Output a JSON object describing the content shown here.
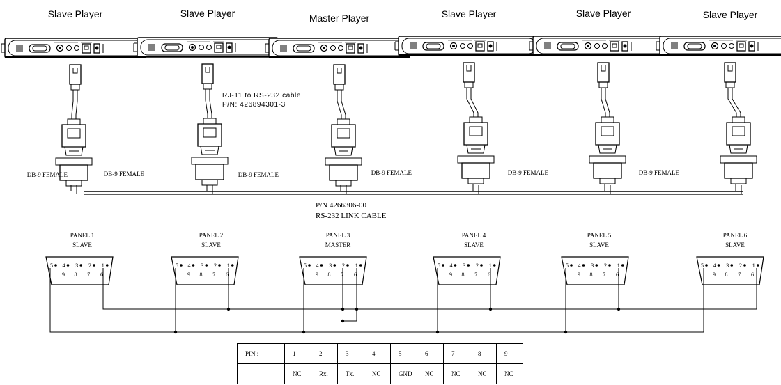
{
  "players": [
    {
      "label": "Slave Player",
      "db9_label": "DB-9 FEMALE",
      "panel": "PANEL 1",
      "role": "SLAVE"
    },
    {
      "label": "Slave Player",
      "db9_label": "DB-9 FEMALE",
      "panel": "PANEL 2",
      "role": "SLAVE"
    },
    {
      "label": "Master Player",
      "db9_label": "DB-9 FEMALE",
      "panel": "PANEL 3",
      "role": "MASTER"
    },
    {
      "label": "Slave Player",
      "db9_label": "DB-9 FEMALE",
      "panel": "PANEL 4",
      "role": "SLAVE"
    },
    {
      "label": "Slave Player",
      "db9_label": "DB-9 FEMALE",
      "panel": "PANEL 5",
      "role": "SLAVE"
    },
    {
      "label": "Slave Player",
      "db9_label": "DB-9 FEMALE",
      "panel": "PANEL 6",
      "role": "SLAVE"
    }
  ],
  "cable_note": {
    "line1": "RJ-11 to RS-232 cable",
    "line2": "P/N: 426894301-3"
  },
  "link_cable": {
    "line1": "P/N 4266306-00",
    "line2": "RS-232 LINK CABLE"
  },
  "connector": {
    "top_pins": [
      "5",
      "4",
      "3",
      "2",
      "1"
    ],
    "bottom_pins": [
      "9",
      "8",
      "7",
      "6"
    ]
  },
  "pin_table": {
    "header": "PIN :",
    "pins": [
      "1",
      "2",
      "3",
      "4",
      "5",
      "6",
      "7",
      "8",
      "9"
    ],
    "functions": [
      "NC",
      "Rx.",
      "Tx.",
      "NC",
      "GND",
      "NC",
      "NC",
      "NC",
      "NC"
    ]
  }
}
